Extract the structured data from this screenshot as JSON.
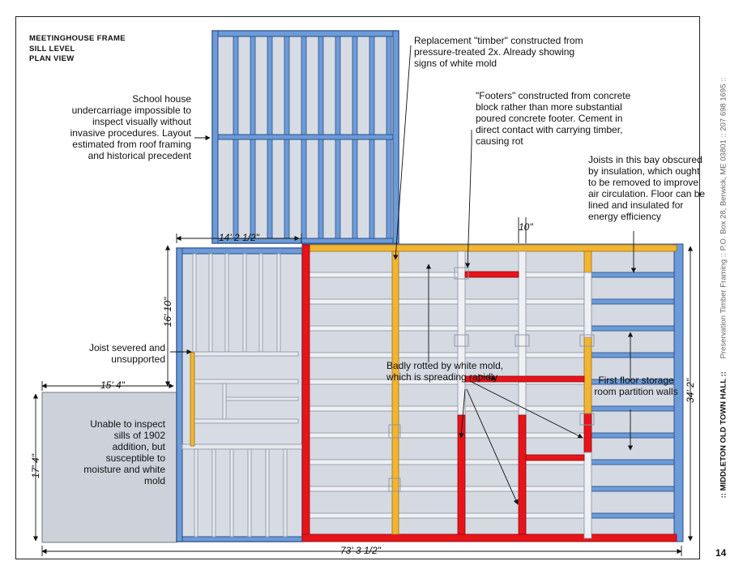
{
  "title": {
    "line1": "MEETINGHOUSE FRAME",
    "line2": "SILL LEVEL",
    "line3": "PLAN VIEW"
  },
  "annotations": {
    "school_house": "School house undercarriage impossible to inspect visually without invasive procedures. Layout estimated from roof framing and historical precedent",
    "replacement_timber": "Replacement \"timber\" constructed from pressure-treated 2x.  Already showing signs of white mold",
    "footers": "\"Footers\" constructed from concrete block rather than more substantial poured concrete footer.  Cement in direct contact with carrying timber, causing rot",
    "joists_bay": "Joists in this bay obscured by insulation, which ought to be removed to improve air circulation.  Floor can be lined and insulated for energy efficiency",
    "joist_severed": "Joist severed and unsupported",
    "rotted": "Badly rotted by white mold, which is spreading rapidly",
    "storage_room": "First floor storage room partition walls",
    "addition_1902": "Unable to inspect sills of 1902 addition, but susceptible to moisture and white mold"
  },
  "dimensions": {
    "d_14_2": "14' 2 1/2\"",
    "d_10": "10\"",
    "d_16_10": "16' 10\"",
    "d_15_4": "15' 4\"",
    "d_17_4": "17' 4\"",
    "d_34_2": "34' 2\"",
    "d_73_3": "73' 3 1/2\""
  },
  "sidebar": {
    "org": "::  MIDDLETON OLD TOWN HALL  ::",
    "info": "Preservation Timber Framing  ::  P.O. Box 28, Berwick, ME 03801  ::  207 698 1695  ::"
  },
  "page_number": "14",
  "colors": {
    "blue_framing": "#6b9bd8",
    "red_rotted": "#e8141a",
    "yellow_replacement": "#f2b531",
    "gray_joist": "#e6e8ec",
    "floor_fill": "#d4d9e2",
    "addition_fill": "#cdd2da"
  }
}
